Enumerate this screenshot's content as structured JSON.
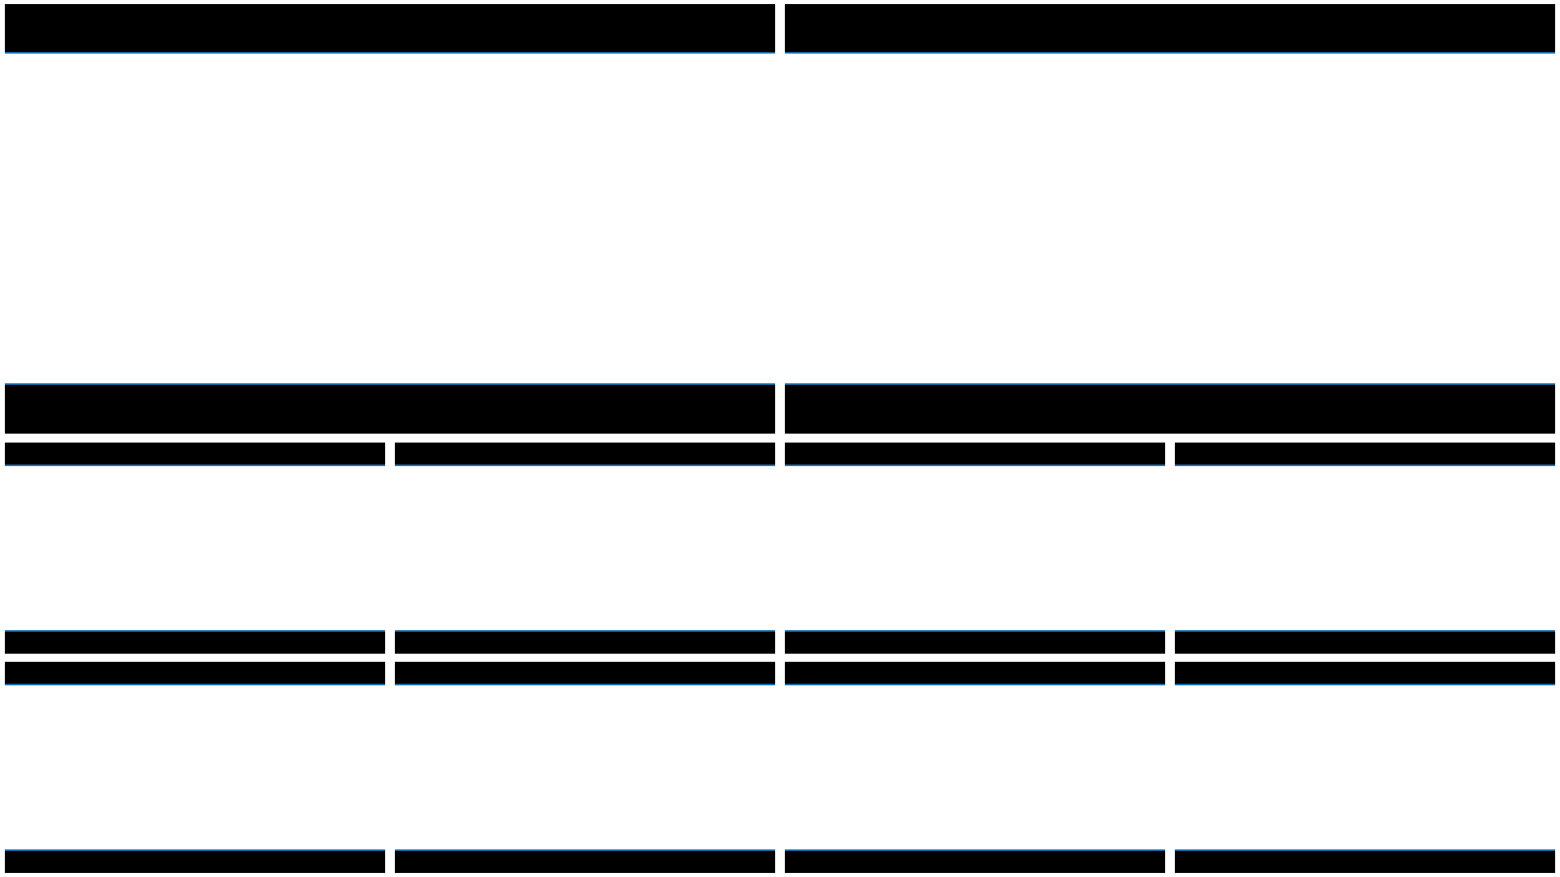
{
  "layout": {
    "tile_count": 10,
    "rows": [
      {
        "row": "top",
        "tiles": 2
      },
      {
        "row": "middle",
        "tiles": 4
      },
      {
        "row": "bottom",
        "tiles": 4
      }
    ]
  },
  "tiles": [
    {
      "id": "tile-1",
      "header_text": "",
      "footer_text": ""
    },
    {
      "id": "tile-2",
      "header_text": "",
      "footer_text": ""
    },
    {
      "id": "tile-3",
      "header_text": "",
      "footer_text": ""
    },
    {
      "id": "tile-4",
      "header_text": "",
      "footer_text": ""
    },
    {
      "id": "tile-5",
      "header_text": "",
      "footer_text": ""
    },
    {
      "id": "tile-6",
      "header_text": "",
      "footer_text": ""
    },
    {
      "id": "tile-7",
      "header_text": "",
      "footer_text": ""
    },
    {
      "id": "tile-8",
      "header_text": "",
      "footer_text": ""
    },
    {
      "id": "tile-9",
      "header_text": "",
      "footer_text": ""
    },
    {
      "id": "tile-10",
      "header_text": "",
      "footer_text": ""
    }
  ],
  "colors": {
    "background": "#ffffff",
    "bar": "#000000",
    "bar_edge_accent": "#1b6fae"
  }
}
